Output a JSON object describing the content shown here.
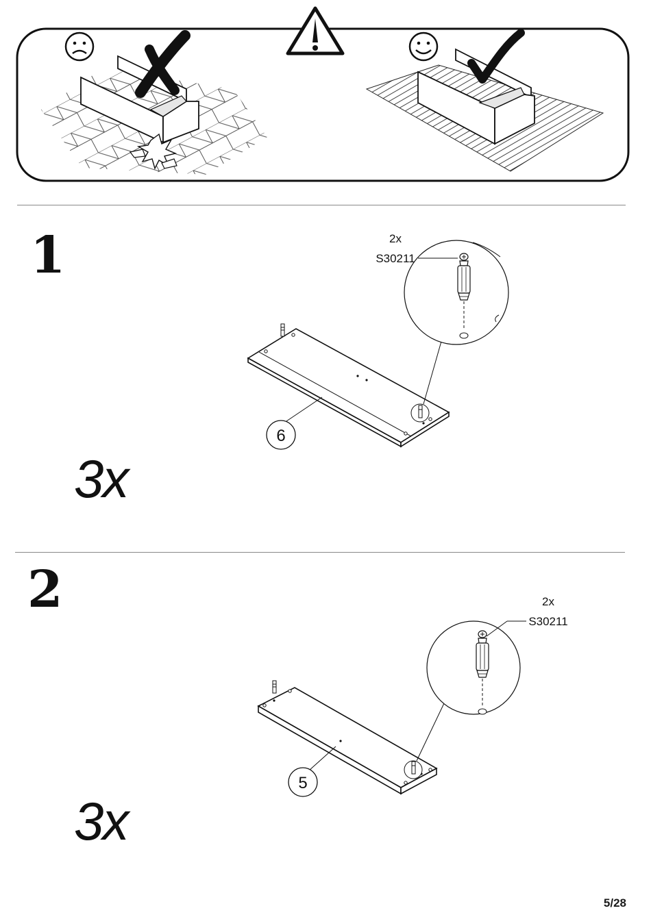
{
  "warning": {
    "icons": [
      "frown-face-icon",
      "warning-triangle-icon",
      "smile-face-icon",
      "x-mark-icon",
      "check-mark-icon"
    ]
  },
  "steps": [
    {
      "number": "1",
      "multiplier": "3x",
      "part_label": "6",
      "hardware": {
        "quantity": "2x",
        "code": "S30211"
      }
    },
    {
      "number": "2",
      "multiplier": "3x",
      "part_label": "5",
      "hardware": {
        "quantity": "2x",
        "code": "S30211"
      }
    }
  ],
  "page": {
    "number": "5/28"
  }
}
